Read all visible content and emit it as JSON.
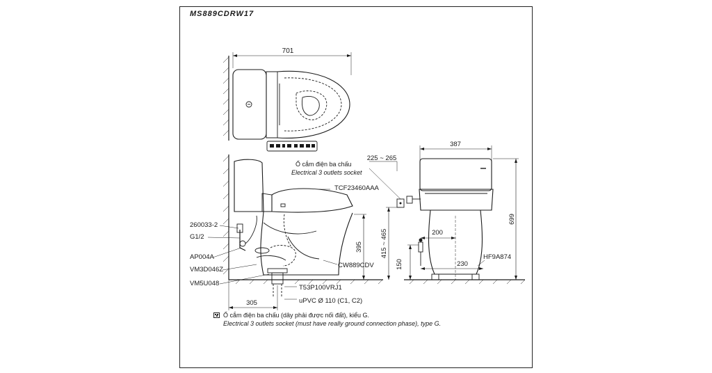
{
  "model": "MS889CDRW17",
  "top_view": {
    "width_label": "701"
  },
  "socket": {
    "label_vn": "Ổ cắm điện ba chấu",
    "label_en": "Electrical 3 outlets socket",
    "range_label": "225 ~ 265"
  },
  "side_view": {
    "seat_code": "TCF23460AAA",
    "bowl_code": "CW889CDV",
    "parts": [
      "260033-2",
      "G1/2",
      "AP004A",
      "VM3D046Z",
      "VM5U048"
    ],
    "drain_code": "T53P100VRJ1",
    "pipe_label": "uPVC Ø 110 (C1, C2)",
    "dim_rough_in": "305",
    "dim_height": "395",
    "dim_range": "415 ~ 465"
  },
  "front_view": {
    "width_label": "387",
    "height_label": "699",
    "dim_200": "200",
    "dim_230": "230",
    "dim_150": "150",
    "part_code": "HF9A874"
  },
  "footnote": {
    "vn": "Ổ cắm điện ba chấu (dây phải được nối đất), kiểu G.",
    "en": "Electrical 3 outlets socket (must have really ground connection phase), type G."
  }
}
